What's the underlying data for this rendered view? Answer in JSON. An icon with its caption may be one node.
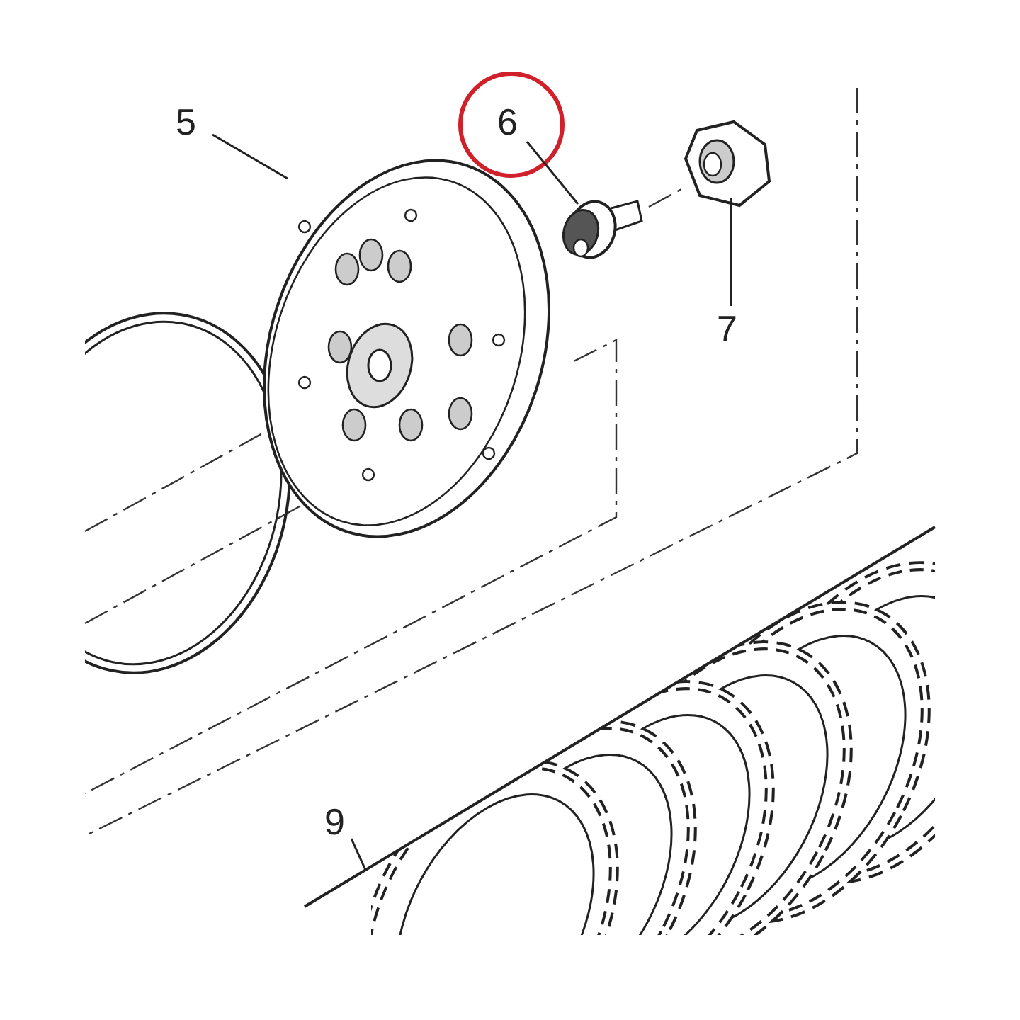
{
  "diagram": {
    "nodes": [
      {
        "text": [
          "5"
        ]
      },
      {
        "text": [],
        "shape": "picture"
      },
      {
        "text": [
          "6"
        ]
      },
      {
        "text": [],
        "shape": "picture"
      },
      {
        "text": [
          "7"
        ]
      },
      {
        "text": [],
        "shape": "picture"
      },
      {
        "text": [
          "9"
        ]
      },
      {
        "text": [],
        "shape": "picture"
      }
    ],
    "edges": [
      {
        "from": 0,
        "to": 1,
        "arrow": "none"
      },
      {
        "from": 2,
        "to": 3,
        "arrow": "none"
      },
      {
        "from": 4,
        "to": 5,
        "arrow": "none"
      },
      {
        "from": 6,
        "to": 7,
        "arrow": "none"
      }
    ]
  }
}
